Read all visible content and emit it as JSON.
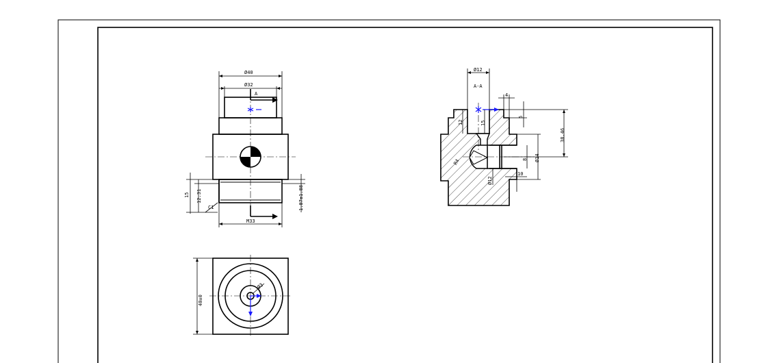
{
  "drawing": {
    "front_view": {
      "dim_outer_diameter": "Ø40",
      "dim_inner_diameter": "Ø32",
      "section_mark": "A",
      "dim_height_15": "15",
      "dim_height_12_31": "12.31",
      "dim_chamfer": "C1",
      "dim_thread_depth": "1.87±1.88",
      "dim_thread": "M33"
    },
    "section_view": {
      "title": "A-A",
      "dim_top_diameter": "Ø12",
      "dim_4": "4",
      "dim_5": "5",
      "dim_12": "12",
      "dim_15": "15",
      "dim_r": "R4",
      "dim_bore_12": "Ø12",
      "dim_10": "10",
      "dim_8": "8",
      "dim_h": "Ø14",
      "dim_total": "38.46",
      "dim_bottom_10": "10"
    },
    "top_view": {
      "dim_square": "40±0",
      "dim_hole": "Ø3"
    },
    "colors": {
      "line": "#000000",
      "marker": "#1a1aff",
      "background": "#ffffff"
    }
  }
}
